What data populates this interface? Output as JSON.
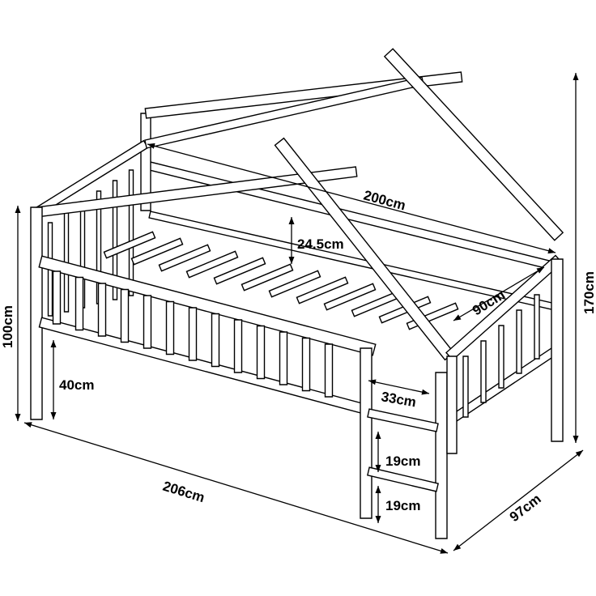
{
  "diagram": {
    "subject": "",
    "colors": {
      "line": "#000000",
      "fill": "#ffffff"
    },
    "dimensions": {
      "length_inner": "200cm",
      "rail_height": "24.5cm",
      "width_inner": "90cm",
      "total_height": "170cm",
      "side_height": "100cm",
      "floor_clearance": "40cm",
      "entry_width": "33cm",
      "ladder_step_upper": "19cm",
      "ladder_step_lower": "19cm",
      "total_length": "206cm",
      "total_width": "97cm"
    }
  }
}
